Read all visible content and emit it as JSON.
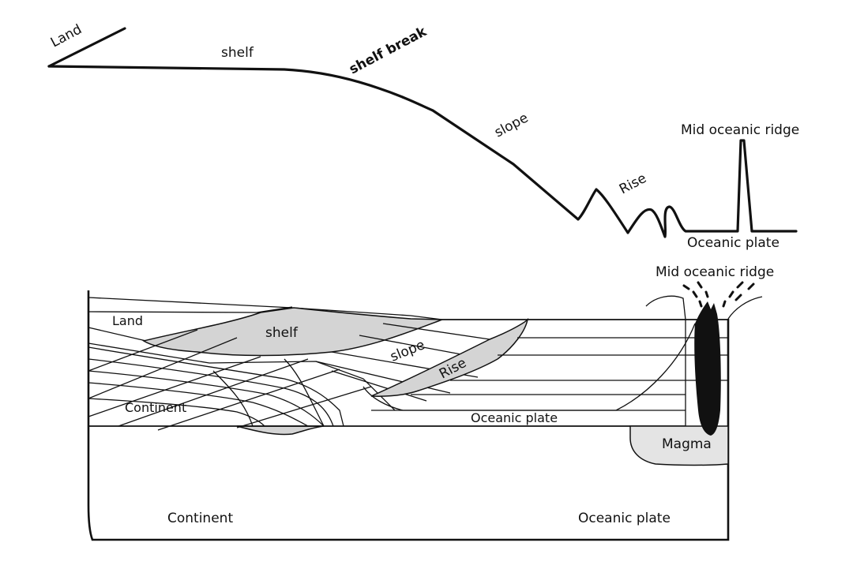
{
  "figure": {
    "title": "Continental margin and ocean floor profile",
    "profile": {
      "labels": {
        "land": "Land",
        "shelf": "shelf",
        "shelf_break": "shelf break",
        "slope": "slope",
        "rise": "Rise",
        "ridge": "Mid oceanic ridge",
        "oceanic_plate": "Oceanic plate"
      }
    },
    "cross_section": {
      "labels": {
        "land": "Land",
        "shelf": "shelf",
        "slope": "slope",
        "rise": "Rise",
        "continent_layer": "Continent",
        "oceanic_plate_layer": "Oceanic plate",
        "ridge": "Mid oceanic ridge",
        "magma": "Magma",
        "continent_base": "Continent",
        "oceanic_plate_base": "Oceanic plate"
      }
    },
    "colors": {
      "line": "#111111",
      "sediment_fill": "#d4d4d4",
      "magma_fill": "#e4e4e4",
      "ridge_fill": "#111111",
      "background": "#ffffff"
    }
  }
}
